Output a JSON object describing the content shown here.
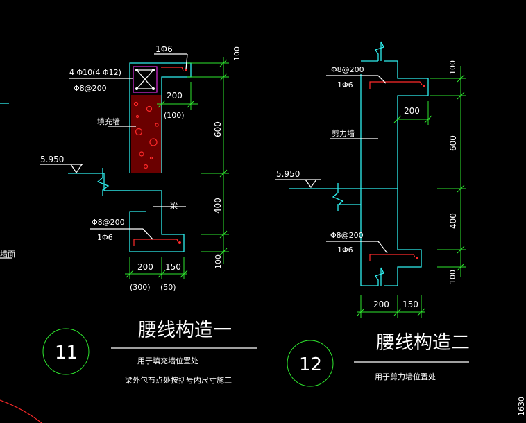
{
  "colors": {
    "background": "#000000",
    "outline": "#2ff0f0",
    "dimension": "#2ee62e",
    "rebar": "#ff2a2a",
    "text": "#ffffff"
  },
  "detail_11": {
    "number": "11",
    "title": "腰线构造一",
    "subtitle_1": "用于填充墙位置处",
    "subtitle_2": "梁外包节点处按括号内尺寸施工",
    "top_bar": "1Φ6",
    "main_bars": "4 Φ10(4 Φ12)",
    "stirrup": "Φ8@200",
    "wall_label": "填充墙",
    "beam_label": "梁",
    "level": "5.950",
    "bottom_stirrup": "Φ8@200",
    "bottom_bar": "1Φ6",
    "dim_200_top": "200",
    "dim_100_paren": "(100)",
    "dim_v_100_top": "100",
    "dim_v_600": "600",
    "dim_v_400": "400",
    "dim_v_100_bottom": "100",
    "dim_h_200": "200",
    "dim_h_150": "150",
    "dim_h_300_paren": "(300)",
    "dim_h_50_paren": "(50)"
  },
  "detail_12": {
    "number": "12",
    "title": "腰线构造二",
    "subtitle": "用于剪力墙位置处",
    "top_stirrup": "Φ8@200",
    "top_bar": "1Φ6",
    "wall_label": "剪力墙",
    "level": "5.950",
    "bottom_stirrup": "Φ8@200",
    "bottom_bar": "1Φ6",
    "dim_200_top": "200",
    "dim_v_100_top": "100",
    "dim_v_600": "600",
    "dim_v_400": "400",
    "dim_v_100_bottom": "100",
    "dim_h_200": "200",
    "dim_h_150": "150"
  },
  "edge_text": "1630"
}
